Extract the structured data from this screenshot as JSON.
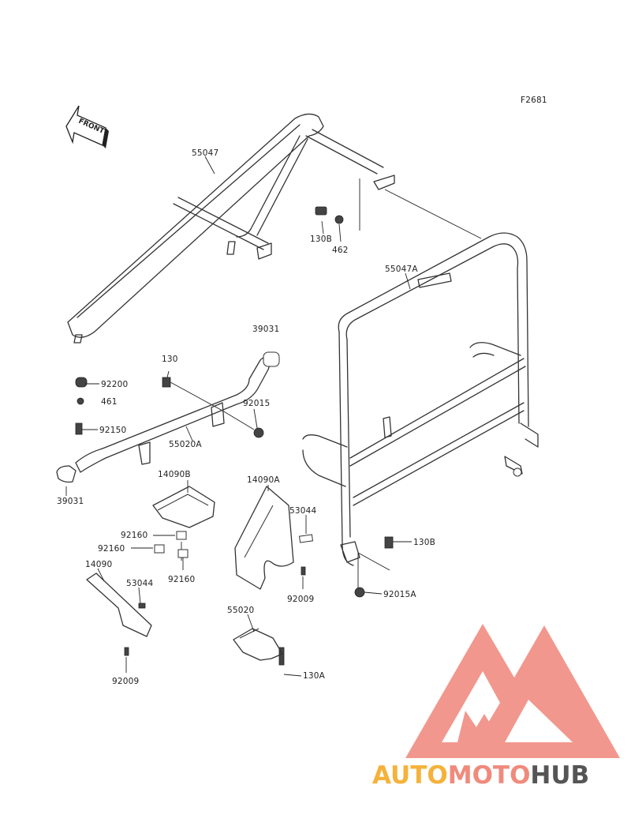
{
  "figure_code": "F2681",
  "front_arrow_text": "FRONT",
  "parts": {
    "p55047": "55047",
    "p55047A": "55047A",
    "p130B_top": "130B",
    "p462": "462",
    "p39031_top": "39031",
    "p130": "130",
    "p92200": "92200",
    "p461": "461",
    "p92015": "92015",
    "p92150": "92150",
    "p55020A": "55020A",
    "p39031_bottom": "39031",
    "p14090B": "14090B",
    "p14090A": "14090A",
    "p53044_right": "53044",
    "p92160_a": "92160",
    "p92160_b": "92160",
    "p92160_c": "92160",
    "p14090": "14090",
    "p53044_left": "53044",
    "p92009_mid": "92009",
    "p92009_bottom": "92009",
    "p55020": "55020",
    "p130A": "130A",
    "p130B_right": "130B",
    "p92015A": "92015A"
  },
  "watermark": {
    "text_part1": "AUTOMOTO",
    "text_part2": "HUB",
    "color1": "#f5b23a",
    "color2": "#f08a7c",
    "color3": "#555555",
    "logo_color": "#f0857a"
  }
}
